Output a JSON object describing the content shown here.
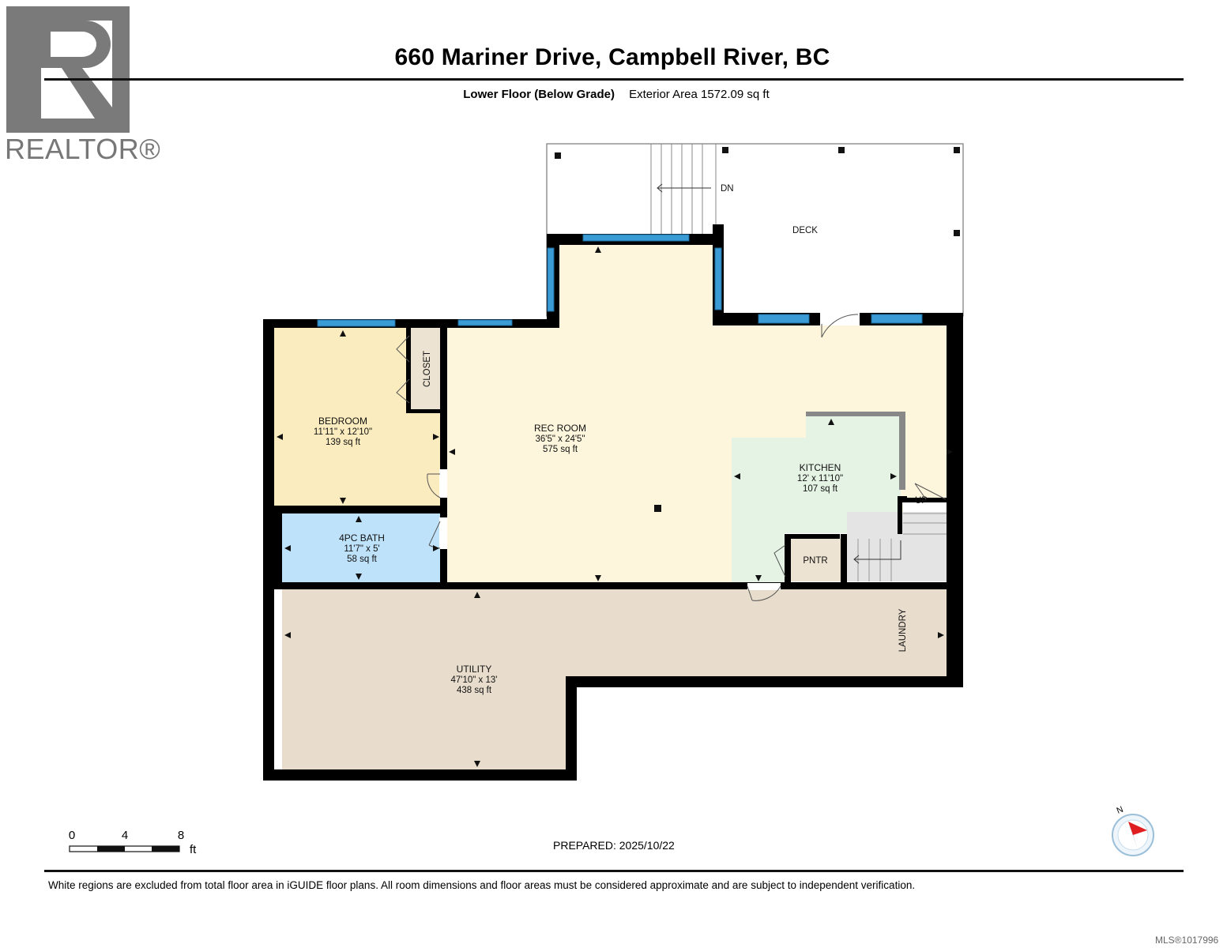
{
  "header": {
    "title": "660 Mariner Drive, Campbell River, BC",
    "floor_label": "Lower Floor (Below Grade)",
    "exterior_area": "Exterior Area 1572.09 sq ft"
  },
  "logo": {
    "wordmark": "REALTOR®",
    "icon": "realtor-r-logo-icon",
    "color": "#7a7a7a"
  },
  "rooms": {
    "deck": {
      "name": "DECK"
    },
    "stairs_down": {
      "label": "DN"
    },
    "bedroom": {
      "name": "BEDROOM",
      "dims": "11'11\" x 12'10\"",
      "area": "139 sq ft"
    },
    "closet": {
      "name": "CLOSET"
    },
    "rec_room": {
      "name": "REC ROOM",
      "dims": "36'5\" x 24'5\"",
      "area": "575 sq ft"
    },
    "kitchen": {
      "name": "KITCHEN",
      "dims": "12' x 11'10\"",
      "area": "107 sq ft"
    },
    "bath": {
      "name": "4PC BATH",
      "dims": "11'7\" x 5'",
      "area": "58 sq ft"
    },
    "pantry": {
      "name": "PNTR"
    },
    "stairs_up": {
      "label": "UP"
    },
    "utility": {
      "name": "UTILITY",
      "dims": "47'10\" x 13'",
      "area": "438 sq ft"
    },
    "laundry": {
      "name": "LAUNDRY"
    }
  },
  "colors": {
    "wall": "#000000",
    "window": "#3a9bd5",
    "rec_room": "#fdf6dc",
    "bedroom": "#fbecbf",
    "closet": "#ece3d2",
    "bath": "#bfe2fb",
    "kitchen": "#e4f3e4",
    "utility": "#e8ddcc",
    "stairs": "#e4e4e4"
  },
  "scale_bar": {
    "labels": [
      "0",
      "4",
      "8"
    ],
    "unit": "ft"
  },
  "compass": {
    "label": "N",
    "icon": "compass-north-icon"
  },
  "footer": {
    "prepared": "PREPARED: 2025/10/22",
    "disclaimer": "White regions are excluded from total floor area in iGUIDE floor plans. All room dimensions and floor areas must be considered approximate and are subject to independent verification.",
    "mls": "MLS®1017996"
  }
}
